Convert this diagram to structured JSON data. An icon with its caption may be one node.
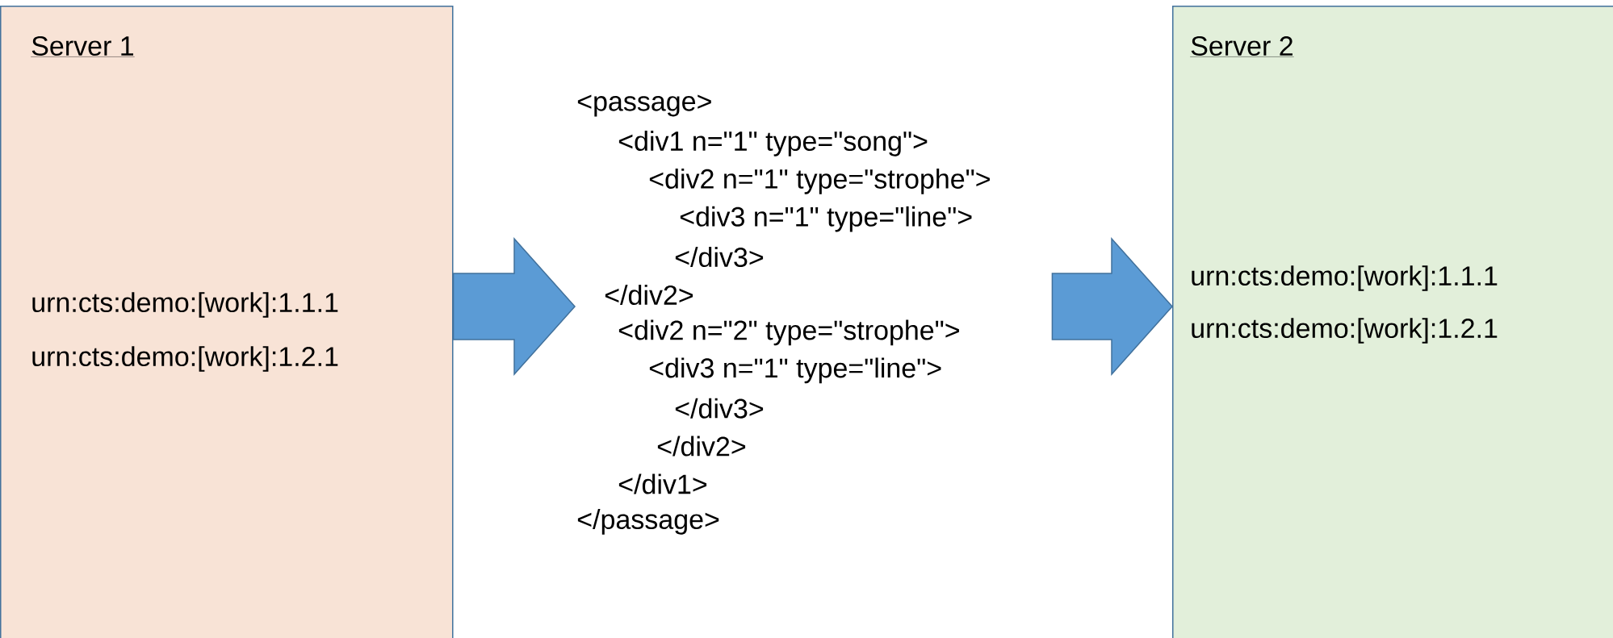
{
  "diagram": {
    "nodes": [
      {
        "text": [
          "Server 1",
          "urn:cts:demo:[work]:1.1.1",
          "urn:cts:demo:[work]:1.2.1"
        ]
      },
      {
        "text": [
          "<passage>",
          "<div1 n=\"1\" type=\"song\">",
          "<div2 n=\"1\" type=\"strophe\">",
          "<div3 n=\"1\" type=\"line\">",
          "</div3>",
          "</div2>",
          "<div2 n=\"2\" type=\"strophe\">",
          "<div3 n=\"1\" type=\"line\">",
          "</div3>",
          "</div2>",
          "</div1>",
          "</passage>"
        ]
      },
      {
        "text": [
          "Server 2",
          "urn:cts:demo:[work]:1.1.1",
          "urn:cts:demo:[work]:1.2.1"
        ]
      }
    ],
    "edges": [
      {
        "from": 0,
        "to": 1,
        "arrow": "to"
      },
      {
        "from": 1,
        "to": 2,
        "arrow": "to"
      }
    ]
  }
}
